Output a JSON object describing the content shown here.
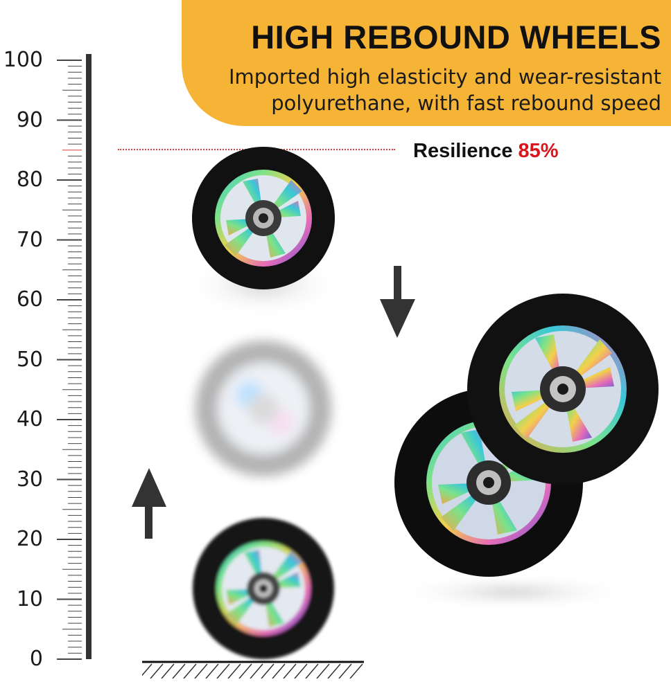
{
  "banner": {
    "title": "HIGH REBOUND WHEELS",
    "subtitle_line1": "Imported high elasticity and wear-resistant",
    "subtitle_line2": "polyurethane, with fast rebound speed",
    "color": "#f6b436"
  },
  "resilience": {
    "label": "Resilience",
    "value": "85%",
    "value_color": "#d8161b",
    "height_mark": 85
  },
  "scale": {
    "labels": [
      "100",
      "90",
      "80",
      "70",
      "60",
      "50",
      "40",
      "30",
      "20",
      "10",
      "0"
    ],
    "min": 0,
    "max": 100
  },
  "icons": {
    "down_arrow": "down-arrow-icon",
    "up_arrow": "up-arrow-icon"
  },
  "colors": {
    "tire": "#111111",
    "arrow": "#333333",
    "marker": "#d33b3b"
  }
}
